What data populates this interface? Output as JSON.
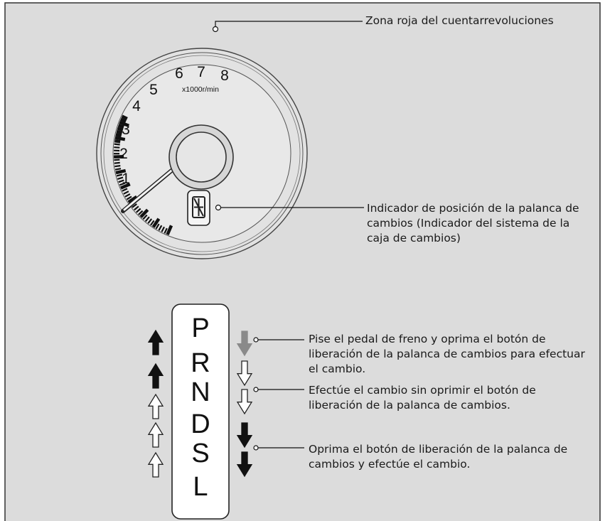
{
  "colors": {
    "panel_background": "#dcdcdc",
    "frame": "#333333",
    "ink": "#111111",
    "gray_arrow": "#8a8a8a"
  },
  "tachometer": {
    "dial_numbers": [
      "1",
      "2",
      "3",
      "4",
      "5",
      "6",
      "7",
      "8"
    ],
    "unit": "x1000r/min",
    "callout_redline": "Zona roja del cuentarrevoluciones",
    "callout_gear_indicator": "Indicador de posición de la palanca de cambios (Indicador del sistema de la caja de cambios)"
  },
  "shift_gate": {
    "positions": [
      "P",
      "R",
      "N",
      "D",
      "S",
      "L"
    ],
    "left_arrows": [
      {
        "style": "solid-black",
        "icon": "arrow-up-icon"
      },
      {
        "style": "solid-black",
        "icon": "arrow-up-icon"
      },
      {
        "style": "outline",
        "icon": "arrow-up-icon"
      },
      {
        "style": "outline",
        "icon": "arrow-up-icon"
      },
      {
        "style": "outline",
        "icon": "arrow-up-icon"
      }
    ],
    "right_arrows": [
      {
        "style": "solid-gray",
        "icon": "arrow-down-icon"
      },
      {
        "style": "outline",
        "icon": "arrow-down-icon"
      },
      {
        "style": "outline",
        "icon": "arrow-down-icon"
      },
      {
        "style": "solid-black",
        "icon": "arrow-down-icon"
      },
      {
        "style": "solid-black",
        "icon": "arrow-down-icon"
      }
    ],
    "callout_brake_button": "Pise el pedal de freno y oprima el botón de liberación de la palanca de cambios para efectuar el cambio.",
    "callout_no_button": "Efectúe el cambio sin oprimir el botón de liberación de la palanca de cambios.",
    "callout_press_button": "Oprima el botón de liberación de la palanca de cambios y efectúe el cambio."
  }
}
